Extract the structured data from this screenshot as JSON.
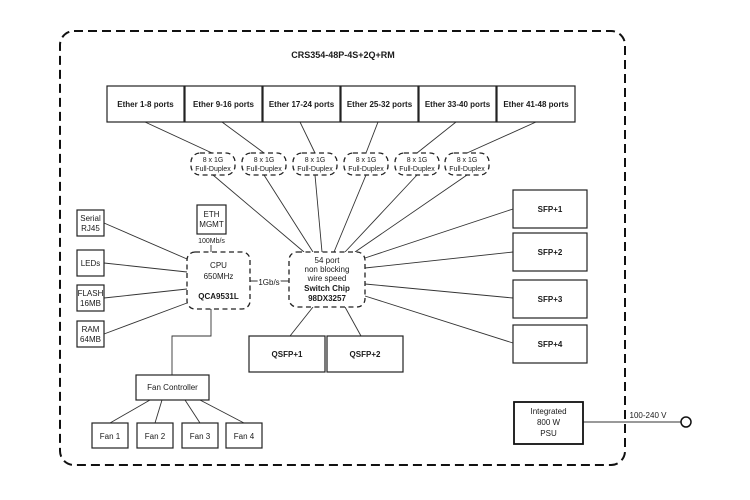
{
  "title": "CRS354-48P-4S+2Q+RM",
  "ether_ports": [
    "Ether 1-8 ports",
    "Ether 9-16 ports",
    "Ether 17-24 ports",
    "Ether 25-32 ports",
    "Ether 33-40 ports",
    "Ether 41-48 ports"
  ],
  "phy": {
    "line1": "8 x 1G",
    "line2": "Full-Duplex"
  },
  "side_blocks": [
    {
      "line1": "Serial",
      "line2": "RJ45"
    },
    {
      "line1": "LEDs",
      "line2": ""
    },
    {
      "line1": "FLASH",
      "line2": "16MB"
    },
    {
      "line1": "RAM",
      "line2": "64MB"
    }
  ],
  "eth_mgmt": {
    "line1": "ETH",
    "line2": "MGMT",
    "speed": "100Mb/s"
  },
  "cpu": {
    "line1": "CPU",
    "line2": "650MHz",
    "line3": "QCA9531L"
  },
  "cpu_link": "1Gb/s",
  "switch": {
    "line1": "54 port",
    "line2": "non blocking",
    "line3": "wire speed",
    "line4": "Switch Chip",
    "line5": "98DX3257"
  },
  "sfp": [
    "SFP+1",
    "SFP+2",
    "SFP+3",
    "SFP+4"
  ],
  "qsfp": [
    "QSFP+1",
    "QSFP+2"
  ],
  "fan_controller": "Fan Controller",
  "fans": [
    "Fan 1",
    "Fan 2",
    "Fan 3",
    "Fan 4"
  ],
  "psu": {
    "line1": "Integrated",
    "line2": "800 W",
    "line3": "PSU"
  },
  "power_input": "100-240 V"
}
